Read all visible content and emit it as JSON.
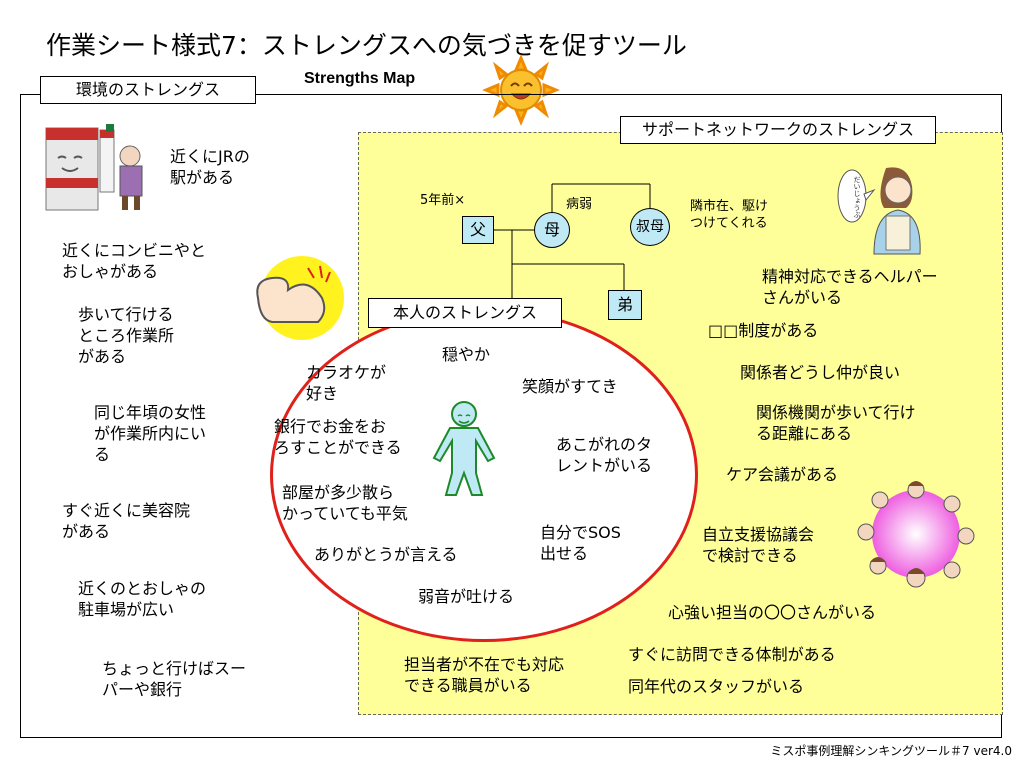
{
  "title": "作業シート様式7：ストレングスへの気づきを促すツール",
  "map_label": "Strengths Map",
  "environment_label": "環境のストレングス",
  "support_label": "サポートネットワークのストレングス",
  "person_label": "本人のストレングス",
  "environment": {
    "item1": "近くにJRの\n駅がある",
    "item2": "近くにコンビニやと\nおしゃがある",
    "item3": "歩いて行ける\nところ作業所\nがある",
    "item4": "同じ年頃の女性\nが作業所内にい\nる",
    "item5": "すぐ近くに美容院\nがある",
    "item6": "近くのとおしゃの\n駐車場が広い",
    "item7": "ちょっと行けばスー\nパーや銀行"
  },
  "family": {
    "father": "父",
    "mother": "母",
    "aunt": "叔母",
    "brother": "弟",
    "father_note": "5年前×",
    "mother_note": "病弱",
    "aunt_note": "隣市在、駆け\nつけてくれる"
  },
  "support": {
    "item1": "精神対応できるヘルパー\nさんがいる",
    "item2": "□□制度がある",
    "item3": "関係者どうし仲が良い",
    "item4": "関係機関が歩いて行け\nる距離にある",
    "item5": "ケア会議がある",
    "item6": "自立支援協議会\nで検討できる",
    "item7": "心強い担当の〇〇さんがいる",
    "item8": "すぐに訪問できる体制がある",
    "item9": "同年代のスタッフがいる",
    "item10": "担当者が不在でも対応\nできる職員がいる"
  },
  "person": {
    "item1": "穏やか",
    "item2": "カラオケが\n好き",
    "item3": "笑顔がすてき",
    "item4": "銀行でお金をお\nろすことができる",
    "item5": "あこがれのタ\nレントがいる",
    "item6": "部屋が多少散ら\nかっていても平気",
    "item7": "自分でSOS\n出せる",
    "item8": "ありがとうが言える",
    "item9": "弱音が吐ける"
  },
  "helper_bubble": "だいじょうぶ",
  "footer": "ミスポ事例理解シンキングツール＃7 ver4.0",
  "colors": {
    "support_bg": "#ffff99",
    "node_fill": "#bfe9f5",
    "ellipse_stroke": "#e0201b",
    "sun": "#f7b21b",
    "arm_bg": "#fff21f"
  }
}
